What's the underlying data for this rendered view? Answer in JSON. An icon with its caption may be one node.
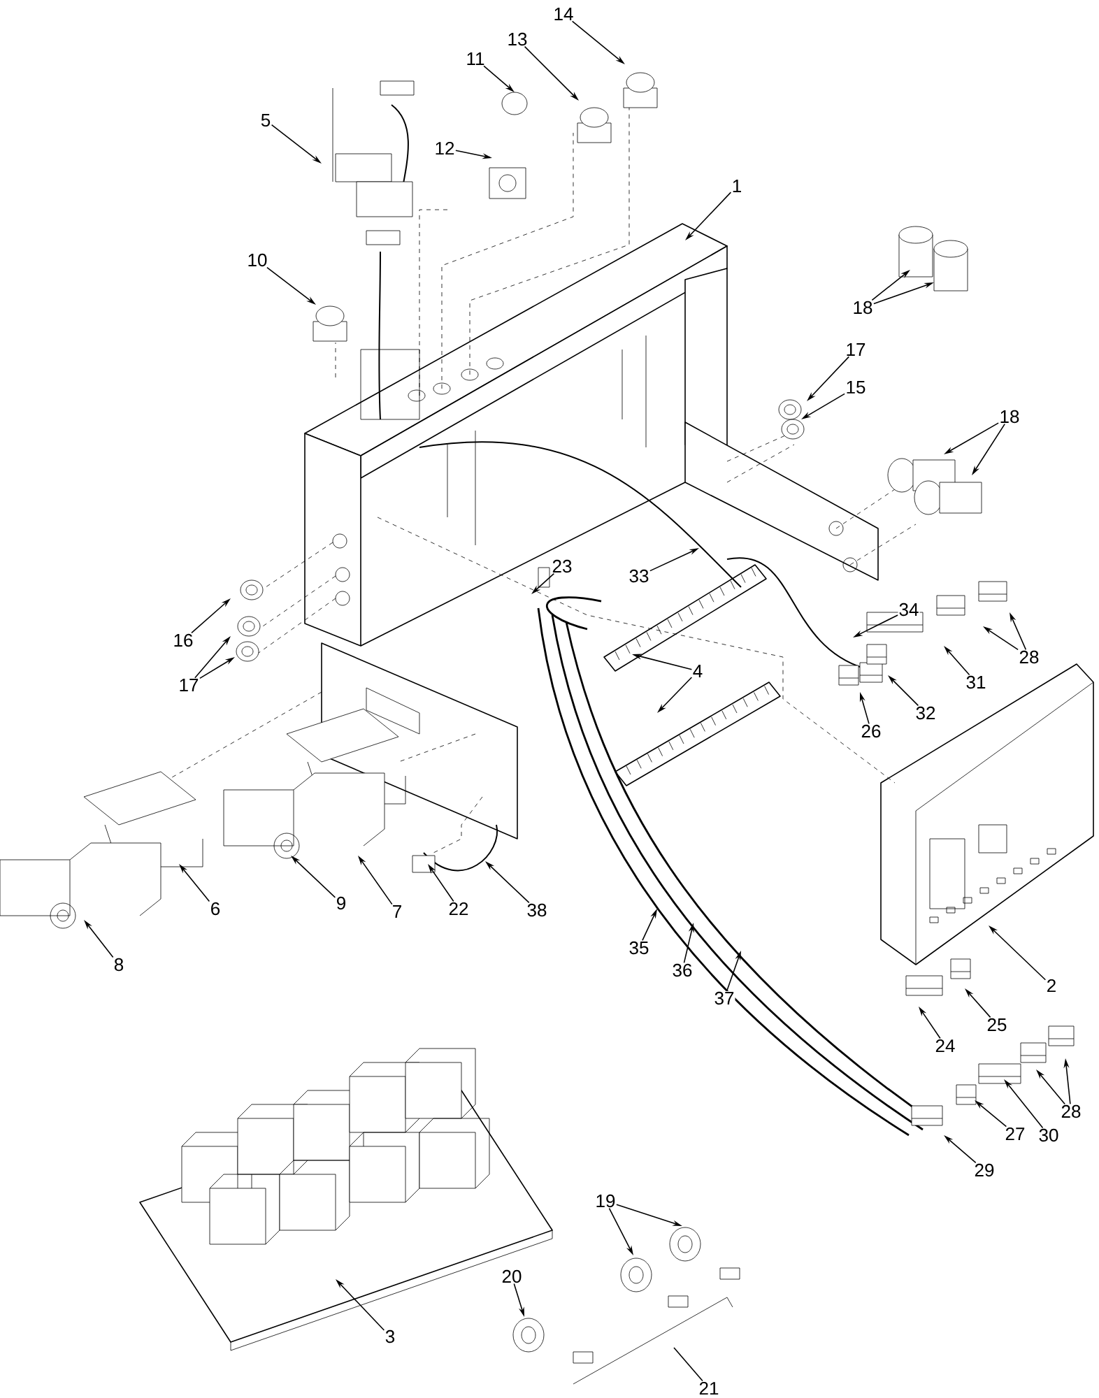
{
  "diagram": {
    "nodes": [
      {
        "text": [
          "14"
        ]
      },
      {
        "text": [
          "13"
        ]
      },
      {
        "text": [
          "11"
        ]
      },
      {
        "text": [
          "5"
        ]
      },
      {
        "text": [
          "12"
        ]
      },
      {
        "text": [
          "1"
        ]
      },
      {
        "text": [
          "10"
        ]
      },
      {
        "text": [
          "18"
        ]
      },
      {
        "text": [
          "17"
        ]
      },
      {
        "text": [
          "15"
        ]
      },
      {
        "text": [
          "18"
        ]
      },
      {
        "text": [
          "23"
        ]
      },
      {
        "text": [
          "33"
        ]
      },
      {
        "text": [
          "34"
        ]
      },
      {
        "text": [
          "16"
        ]
      },
      {
        "text": [
          "28"
        ]
      },
      {
        "text": [
          "17"
        ]
      },
      {
        "text": [
          "4"
        ]
      },
      {
        "text": [
          "31"
        ]
      },
      {
        "text": [
          "32"
        ]
      },
      {
        "text": [
          "26"
        ]
      },
      {
        "text": [
          "9"
        ]
      },
      {
        "text": [
          "7"
        ]
      },
      {
        "text": [
          "6"
        ]
      },
      {
        "text": [
          "22"
        ]
      },
      {
        "text": [
          "38"
        ]
      },
      {
        "text": [
          "35"
        ]
      },
      {
        "text": [
          "8"
        ]
      },
      {
        "text": [
          "36"
        ]
      },
      {
        "text": [
          "2"
        ]
      },
      {
        "text": [
          "37"
        ]
      },
      {
        "text": [
          "25"
        ]
      },
      {
        "text": [
          "24"
        ]
      },
      {
        "text": [
          "28"
        ]
      },
      {
        "text": [
          "27"
        ]
      },
      {
        "text": [
          "30"
        ]
      },
      {
        "text": [
          "29"
        ]
      },
      {
        "text": [
          "19"
        ]
      },
      {
        "text": [
          "20"
        ]
      },
      {
        "text": [
          "3"
        ]
      },
      {
        "text": [
          "21"
        ]
      }
    ],
    "edges": [
      {
        "from": 0,
        "to": null,
        "arrow": "to"
      },
      {
        "from": 1,
        "to": null,
        "arrow": "to"
      },
      {
        "from": 2,
        "to": null,
        "arrow": "to"
      },
      {
        "from": 3,
        "to": null,
        "arrow": "to"
      },
      {
        "from": 4,
        "to": null,
        "arrow": "to"
      },
      {
        "from": 5,
        "to": null,
        "arrow": "to"
      },
      {
        "from": 6,
        "to": null,
        "arrow": "to"
      },
      {
        "from": 7,
        "to": null,
        "arrow": "to"
      },
      {
        "from": 7,
        "to": null,
        "arrow": "to"
      },
      {
        "from": 8,
        "to": null,
        "arrow": "to"
      },
      {
        "from": 9,
        "to": null,
        "arrow": "to"
      },
      {
        "from": 10,
        "to": null,
        "arrow": "to"
      },
      {
        "from": 10,
        "to": null,
        "arrow": "to"
      },
      {
        "from": 11,
        "to": null,
        "arrow": "to"
      },
      {
        "from": 12,
        "to": null,
        "arrow": "to"
      },
      {
        "from": 13,
        "to": null,
        "arrow": "to"
      },
      {
        "from": 14,
        "to": null,
        "arrow": "to"
      },
      {
        "from": 15,
        "to": null,
        "arrow": "to"
      },
      {
        "from": 15,
        "to": null,
        "arrow": "to"
      },
      {
        "from": 16,
        "to": null,
        "arrow": "to"
      },
      {
        "from": 16,
        "to": null,
        "arrow": "to"
      },
      {
        "from": 17,
        "to": null,
        "arrow": "to"
      },
      {
        "from": 17,
        "to": null,
        "arrow": "to"
      },
      {
        "from": 18,
        "to": null,
        "arrow": "to"
      },
      {
        "from": 19,
        "to": null,
        "arrow": "to"
      },
      {
        "from": 20,
        "to": null,
        "arrow": "to"
      },
      {
        "from": 21,
        "to": null,
        "arrow": "to"
      },
      {
        "from": 22,
        "to": null,
        "arrow": "to"
      },
      {
        "from": 23,
        "to": null,
        "arrow": "to"
      },
      {
        "from": 24,
        "to": null,
        "arrow": "to"
      },
      {
        "from": 25,
        "to": null,
        "arrow": "to"
      },
      {
        "from": 26,
        "to": null,
        "arrow": "to"
      },
      {
        "from": 27,
        "to": null,
        "arrow": "to"
      },
      {
        "from": 28,
        "to": null,
        "arrow": "to"
      },
      {
        "from": 29,
        "to": null,
        "arrow": "to"
      },
      {
        "from": 30,
        "to": null,
        "arrow": "to"
      },
      {
        "from": 31,
        "to": null,
        "arrow": "to"
      },
      {
        "from": 32,
        "to": null,
        "arrow": "to"
      },
      {
        "from": 33,
        "to": null,
        "arrow": "to"
      },
      {
        "from": 33,
        "to": null,
        "arrow": "to"
      },
      {
        "from": 34,
        "to": null,
        "arrow": "to"
      },
      {
        "from": 35,
        "to": null,
        "arrow": "to"
      },
      {
        "from": 36,
        "to": null,
        "arrow": "to"
      },
      {
        "from": 37,
        "to": null,
        "arrow": "to"
      },
      {
        "from": 37,
        "to": null,
        "arrow": "to"
      },
      {
        "from": 38,
        "to": null,
        "arrow": "to"
      },
      {
        "from": 39,
        "to": null,
        "arrow": "to"
      },
      {
        "from": 40,
        "to": null,
        "arrow": "none"
      }
    ]
  }
}
